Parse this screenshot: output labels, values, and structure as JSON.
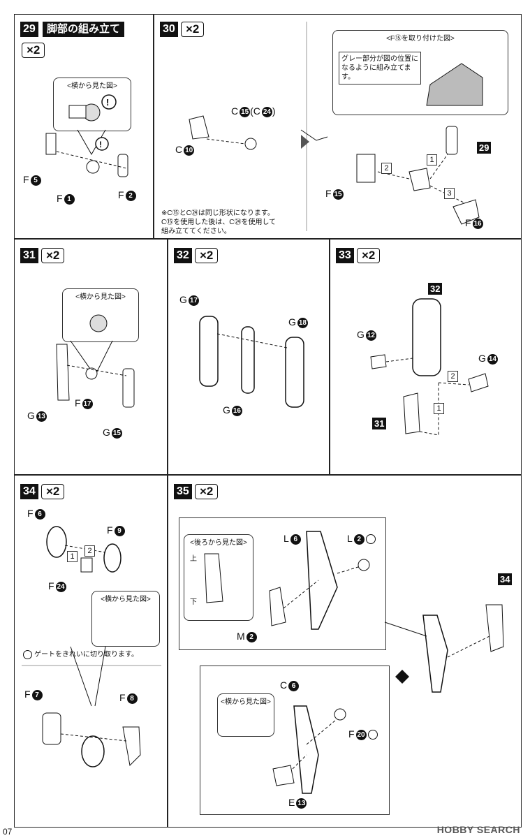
{
  "page_number": "07",
  "watermark": "HOBBY SEARCH",
  "steps": {
    "s29": {
      "num": "29",
      "title": "脚部の組み立て",
      "times": "×2",
      "callout": "<横から見た図>",
      "parts": {
        "a": "F",
        "a_n": "5",
        "b": "F",
        "b_n": "1",
        "c": "F",
        "c_n": "2"
      }
    },
    "s30": {
      "num": "30",
      "times": "×2",
      "callout_title": "<F⑮を取り付けた図>",
      "callout_text": "グレー部分が図の位置になるように組み立てます。",
      "note": "※C⑮とC㉔は同じ形状になります。C⑮を使用した後は、C㉔を使用して組み立ててください。",
      "parts": {
        "c15": "C",
        "c15_n": "15",
        "c24": "(C",
        "c24_n": "24",
        "c24_close": ")",
        "c10": "C",
        "c10_n": "10",
        "f15": "F",
        "f15_n": "15",
        "f16": "F",
        "f16_n": "16",
        "ref": "29"
      },
      "order": [
        "1",
        "2",
        "3"
      ]
    },
    "s31": {
      "num": "31",
      "times": "×2",
      "callout": "<横から見た図>",
      "parts": {
        "g13": "G",
        "g13_n": "13",
        "f17": "F",
        "f17_n": "17",
        "g15": "G",
        "g15_n": "15"
      }
    },
    "s32": {
      "num": "32",
      "times": "×2",
      "parts": {
        "g17": "G",
        "g17_n": "17",
        "g16": "G",
        "g16_n": "16",
        "g18": "G",
        "g18_n": "18"
      }
    },
    "s33": {
      "num": "33",
      "times": "×2",
      "parts": {
        "ref32": "32",
        "g12": "G",
        "g12_n": "12",
        "g14": "G",
        "g14_n": "14",
        "ref31": "31"
      },
      "order": [
        "1",
        "2"
      ]
    },
    "s34": {
      "num": "34",
      "times": "×2",
      "callout": "<横から見た図>",
      "note": "ゲートをきれいに切り取ります。",
      "parts": {
        "f6": "F",
        "f6_n": "6",
        "f9": "F",
        "f9_n": "9",
        "f24": "F",
        "f24_n": "24",
        "f7": "F",
        "f7_n": "7",
        "f8": "F",
        "f8_n": "8"
      },
      "order": [
        "1",
        "2"
      ]
    },
    "s35": {
      "num": "35",
      "times": "×2",
      "callout_back": "<後ろから見た図>",
      "top": "上",
      "bottom": "下",
      "callout_side": "<横から見た図>",
      "parts": {
        "l6": "L",
        "l6_n": "6",
        "l2": "L",
        "l2_n": "2",
        "m2": "M",
        "m2_n": "2",
        "ref34": "34",
        "c6": "C",
        "c6_n": "6",
        "f20": "F",
        "f20_n": "20",
        "e13": "E",
        "e13_n": "13"
      }
    }
  },
  "colors": {
    "ink": "#111111",
    "gray": "#bbbbbb"
  }
}
